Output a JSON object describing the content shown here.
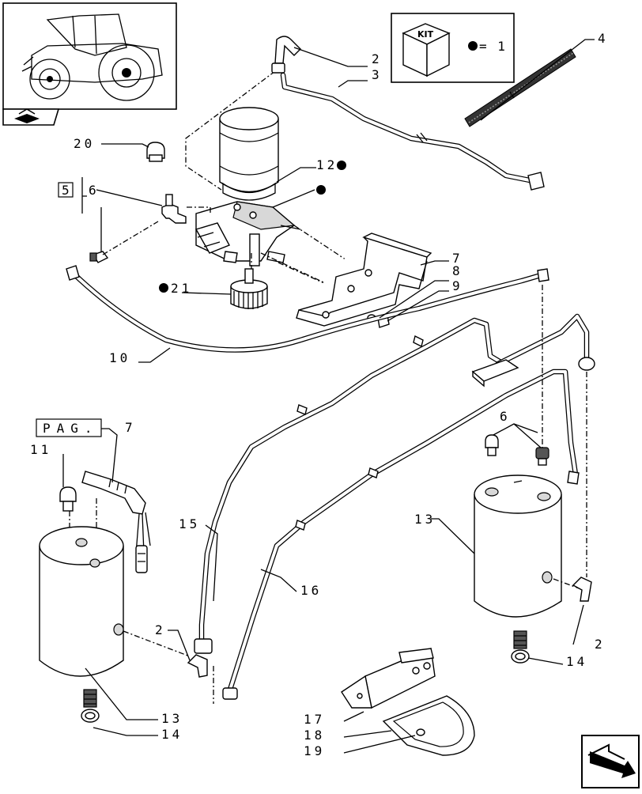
{
  "callouts": {
    "c2_top": "2",
    "c3": "3",
    "c4": "4",
    "c20": "20",
    "c12": "12",
    "c5": "5",
    "c6_left": "6",
    "c21": "21",
    "c7": "7",
    "c8": "8",
    "c9": "9",
    "c10": "10",
    "c11": "11",
    "c7_pag": "7",
    "c15": "15",
    "c13_right": "13",
    "c6_right": "6",
    "c16": "16",
    "c2_left": "2",
    "c2_right": "2",
    "c13_left": "13",
    "c14_left": "14",
    "c14_right": "14",
    "c17": "17",
    "c18": "18",
    "c19": "19"
  },
  "kit_box": {
    "kit_label": "KIT",
    "legend_text": "= 1"
  },
  "pag_box": {
    "label": "PAG."
  },
  "icons": [
    "tractor-thumbnail-icon",
    "book-icon",
    "kit-cube-icon",
    "kit-dot-icon",
    "next-page-arrow-icon"
  ]
}
